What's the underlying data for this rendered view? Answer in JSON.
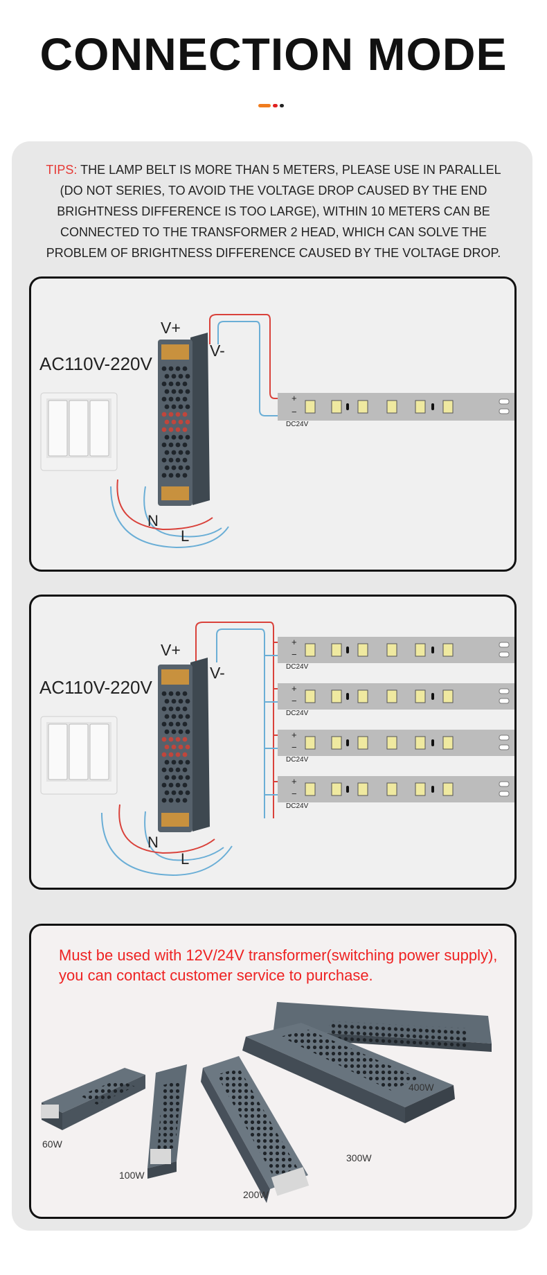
{
  "header": {
    "title": "CONNECTION MODE",
    "divider_colors": [
      "#f07c1e",
      "#e02020",
      "#222222"
    ]
  },
  "tips": {
    "label": "TIPS:",
    "text": " THE LAMP BELT IS MORE THAN 5 METERS, PLEASE USE IN PARALLEL (DO NOT SERIES, TO AVOID THE VOLTAGE DROP CAUSED BY THE END BRIGHTNESS DIFFERENCE IS TOO LARGE), WITHIN 10 METERS CAN BE CONNECTED TO THE TRANSFORMER 2 HEAD, WHICH CAN SOLVE THE PROBLEM OF BRIGHTNESS DIFFERENCE CAUSED BY THE VOLTAGE DROP."
  },
  "diagram1": {
    "input_voltage": "AC110V-220V",
    "vplus": "V+",
    "vminus": "V-",
    "neutral": "N",
    "live": "L",
    "strip_plus": "+",
    "strip_minus": "−",
    "strip_voltage": "DC24V"
  },
  "diagram2": {
    "input_voltage": "AC110V-220V",
    "vplus": "V+",
    "vminus": "V-",
    "neutral": "N",
    "live": "L",
    "strips": [
      {
        "plus": "+",
        "minus": "−",
        "voltage": "DC24V"
      },
      {
        "plus": "+",
        "minus": "−",
        "voltage": "DC24V"
      },
      {
        "plus": "+",
        "minus": "−",
        "voltage": "DC24V"
      },
      {
        "plus": "+",
        "minus": "−",
        "voltage": "DC24V"
      }
    ]
  },
  "products": {
    "notice": "Must be used with 12V/24V transformer(switching power supply), you can contact customer service to purchase.",
    "models": [
      "60W",
      "100W",
      "200W",
      "300W",
      "400W"
    ]
  },
  "colors": {
    "wire_red": "#d9413a",
    "wire_blue": "#6aaed6",
    "housing": "#4a5560",
    "terminal": "#c8913e",
    "led_chip": "#efe9a0",
    "notice_red": "#e22222"
  }
}
